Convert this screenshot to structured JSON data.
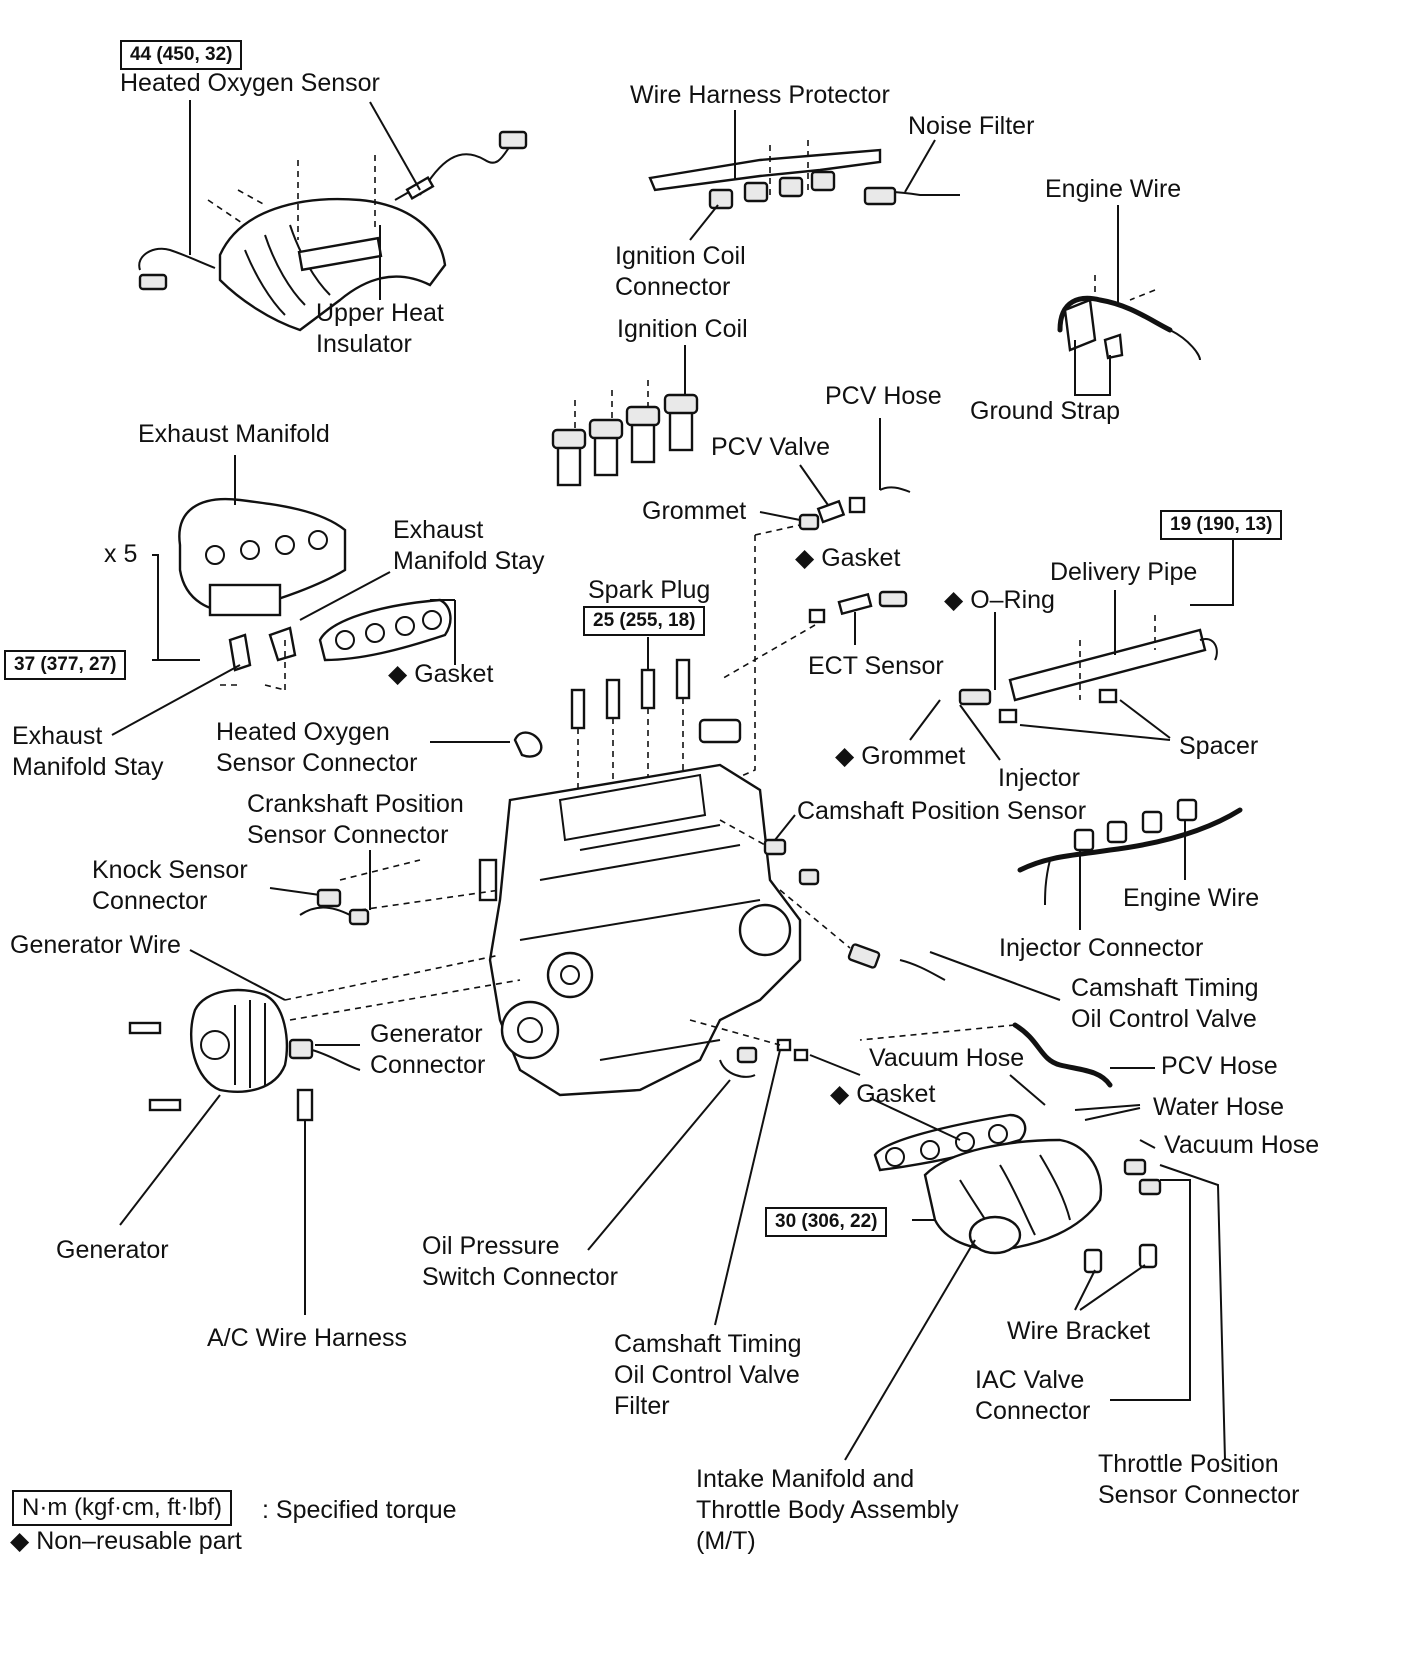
{
  "torque": {
    "t44": "44 (450, 32)",
    "t19": "19 (190, 13)",
    "t25": "25 (255, 18)",
    "t37": "37 (377, 27)",
    "t30": "30 (306, 22)"
  },
  "labels": {
    "heated_oxygen_sensor": "Heated Oxygen Sensor",
    "wire_harness_protector": "Wire Harness Protector",
    "noise_filter": "Noise Filter",
    "engine_wire_top": "Engine Wire",
    "ignition_coil_connector": "Ignition Coil\nConnector",
    "upper_heat_insulator": "Upper Heat\nInsulator",
    "ignition_coil": "Ignition Coil",
    "pcv_hose_top": "PCV Hose",
    "ground_strap": "Ground Strap",
    "exhaust_manifold": "Exhaust Manifold",
    "pcv_valve": "PCV Valve",
    "grommet_top": "Grommet",
    "exhaust_manifold_stay_top": "Exhaust\nManifold Stay",
    "times_five": "x 5",
    "gasket_mid": "Gasket",
    "delivery_pipe": "Delivery Pipe",
    "spark_plug": "Spark Plug",
    "o_ring": "O–Ring",
    "gasket_exhaust": "Gasket",
    "ect_sensor": "ECT Sensor",
    "exhaust_manifold_stay_left": "Exhaust\nManifold Stay",
    "heated_oxygen_sensor_connector": "Heated Oxygen\nSensor Connector",
    "spacer": "Spacer",
    "grommet_injector": "Grommet",
    "injector": "Injector",
    "crankshaft_position_sensor_connector": "Crankshaft Position\nSensor Connector",
    "camshaft_position_sensor": "Camshaft Position Sensor",
    "knock_sensor_connector": "Knock Sensor\nConnector",
    "engine_wire_right": "Engine Wire",
    "generator_wire": "Generator Wire",
    "injector_connector": "Injector Connector",
    "camshaft_timing_oil_control_valve": "Camshaft Timing\nOil Control Valve",
    "generator_connector": "Generator\nConnector",
    "vacuum_hose_mid": "Vacuum Hose",
    "pcv_hose_right": "PCV Hose",
    "gasket_intake": "Gasket",
    "water_hose": "Water Hose",
    "vacuum_hose_right": "Vacuum Hose",
    "generator": "Generator",
    "oil_pressure_switch_connector": "Oil Pressure\nSwitch Connector",
    "ac_wire_harness": "A/C Wire Harness",
    "camshaft_timing_filter": "Camshaft Timing\nOil Control Valve\nFilter",
    "wire_bracket": "Wire Bracket",
    "iac_valve_connector": "IAC Valve\nConnector",
    "intake_manifold": "Intake Manifold and\nThrottle Body Assembly\n(M/T)",
    "throttle_position_sensor_connector": "Throttle Position\nSensor Connector"
  },
  "legend": {
    "unit_box": "N·m (kgf·cm, ft·lbf)",
    "specified_torque": ": Specified torque",
    "non_reusable": "Non–reusable part",
    "diamond_symbol": "◆"
  }
}
